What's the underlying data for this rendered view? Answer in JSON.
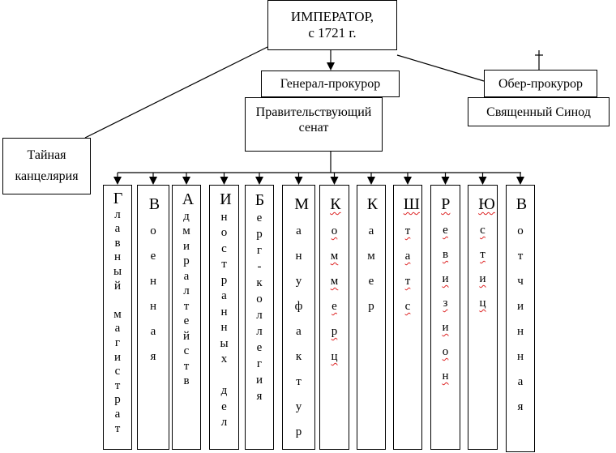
{
  "emperor": {
    "line1": "ИМПЕРАТОР,",
    "line2": "с 1721 г."
  },
  "general_prokuror": "Генерал-прокурор",
  "senate": {
    "line1": "Правительствующий",
    "line2": "сенат"
  },
  "ober_prokuror": "Обер-прокурор",
  "synod": "Священный Синод",
  "secret_chancellery": {
    "line1": "Тайная",
    "line2": "канцелярия"
  },
  "colleges": [
    {
      "label": "Главный  магистрат",
      "wavy": false
    },
    {
      "label": "Военная",
      "wavy": false
    },
    {
      "label": "Адмиралтейств",
      "wavy": false
    },
    {
      "label": "Иностранных  дел",
      "wavy": false
    },
    {
      "label": "Берг-коллегия",
      "wavy": false
    },
    {
      "label": "Мануфактур",
      "wavy": false
    },
    {
      "label": "Коммерц",
      "wavy": true
    },
    {
      "label": "Камер",
      "wavy": false
    },
    {
      "label": "Штатс",
      "wavy": true
    },
    {
      "label": "Ревизион",
      "wavy": true
    },
    {
      "label": "Юстиц",
      "wavy": true
    },
    {
      "label": "Вотчинная",
      "wavy": false
    }
  ]
}
